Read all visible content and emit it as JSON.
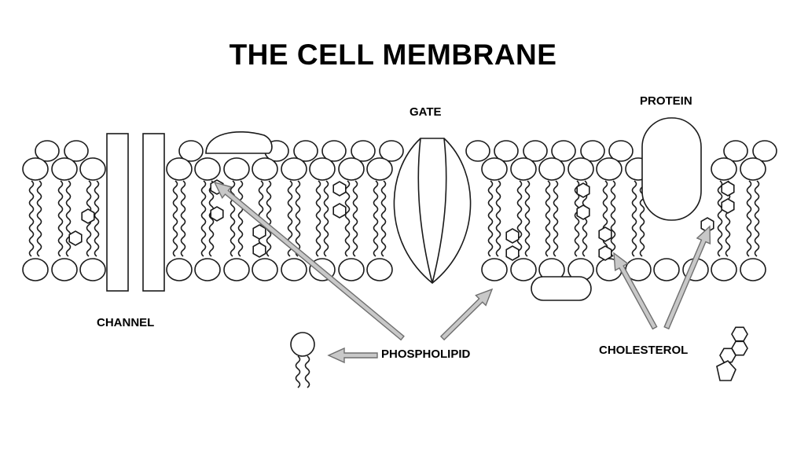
{
  "diagram": {
    "title": "THE CELL MEMBRANE",
    "labels": {
      "gate": "GATE",
      "protein": "PROTEIN",
      "channel": "CHANNEL",
      "phospholipid": "PHOSPHOLIPID",
      "cholesterol": "CHOLESTEROL"
    },
    "colors": {
      "line": "#1a1a1a",
      "fill": "#ffffff",
      "arrow_fill": "#c8c8c8",
      "arrow_stroke": "#6f6f6f"
    }
  }
}
